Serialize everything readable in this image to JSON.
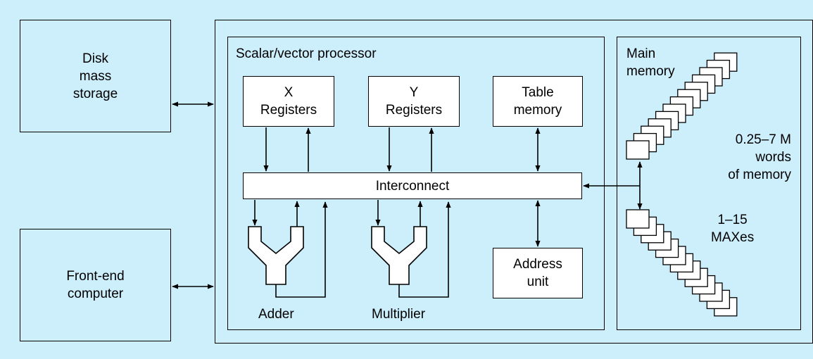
{
  "disk": {
    "label": "Disk\nmass\nstorage"
  },
  "front_end": {
    "label": "Front-end\ncomputer"
  },
  "processor": {
    "label": "Scalar/vector processor",
    "x_registers": "X\nRegisters",
    "y_registers": "Y\nRegisters",
    "table_memory": "Table\nmemory",
    "interconnect": "Interconnect",
    "address_unit": "Address\nunit",
    "adder": "Adder",
    "multiplier": "Multiplier"
  },
  "main_memory": {
    "label": "Main\nmemory",
    "words": "0.25–7 M\nwords\nof memory",
    "maxes": "1–15\nMAXes"
  },
  "colors": {
    "background": "#cdeefb",
    "stroke": "#000000",
    "fill": "#ffffff"
  }
}
